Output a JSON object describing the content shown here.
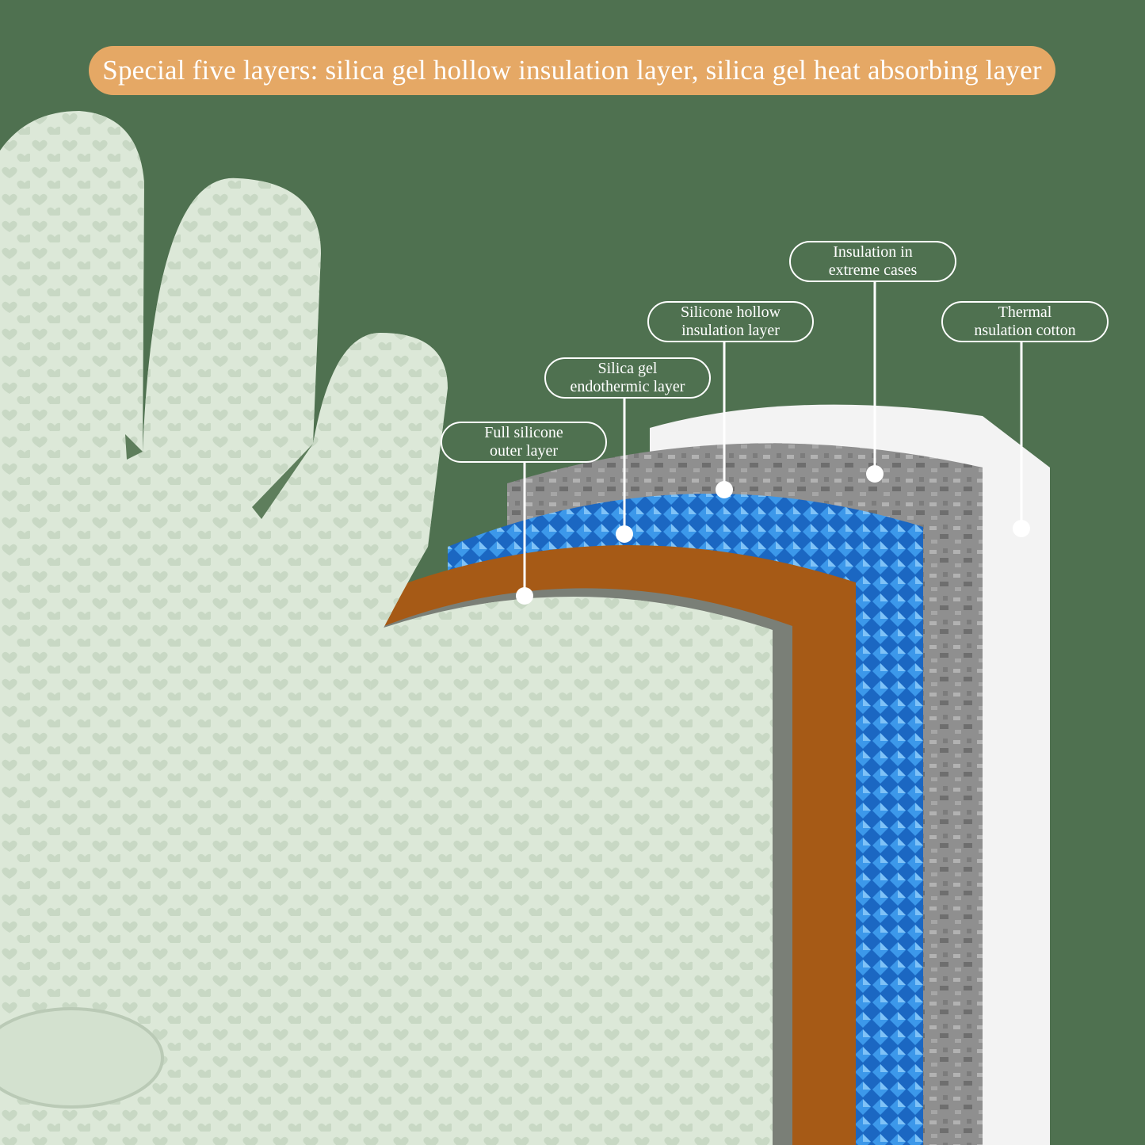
{
  "banner": {
    "text": "Special five layers: silica gel hollow insulation layer, silica gel heat absorbing layer"
  },
  "colors": {
    "background": "#4F7150",
    "banner": "#E5A865",
    "glove": "#DCE8D8",
    "glove_bump": "#C6D6C2",
    "brown_layer": "#A65A16",
    "blue_layer": "#1F73CE",
    "gray_layer": "#8E8E8E",
    "white_layer": "#F3F3F3"
  },
  "callouts": [
    {
      "id": "full-silicone",
      "line1": "Full silicone",
      "line2": "outer layer"
    },
    {
      "id": "silica-gel",
      "line1": "Silica gel",
      "line2": "endothermic layer"
    },
    {
      "id": "silicone-hollow",
      "line1": "Silicone hollow",
      "line2": "insulation layer"
    },
    {
      "id": "insulation-extreme",
      "line1": "Insulation in",
      "line2": "extreme cases"
    },
    {
      "id": "thermal",
      "line1": "Thermal",
      "line2": "nsulation cotton"
    }
  ]
}
